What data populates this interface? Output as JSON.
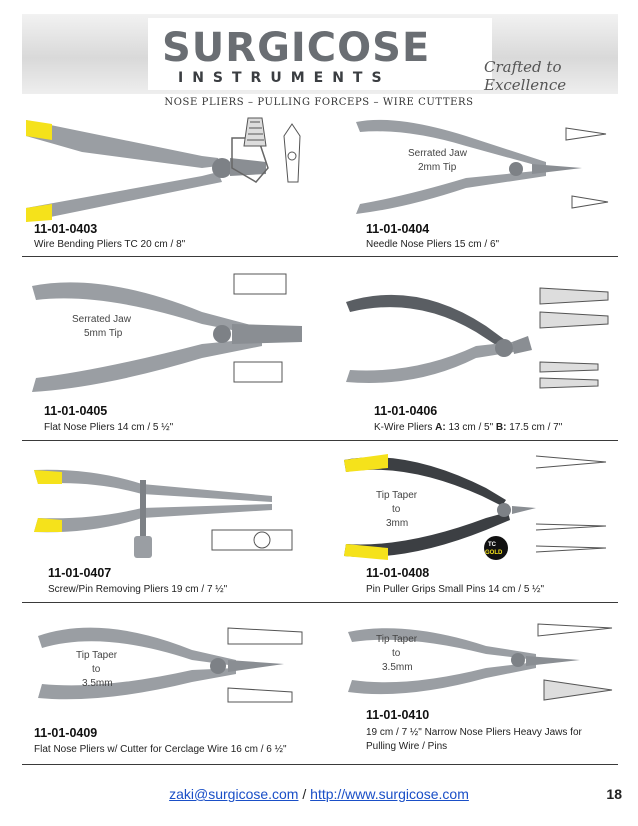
{
  "header": {
    "brand": "SURGICOSE",
    "brand_sub": "INSTRUMENTS",
    "tagline": "Crafted to Excellence"
  },
  "subtitle": "NOSE PLIERS – PULLING FORCEPS – WIRE CUTTERS",
  "products": [
    {
      "code": "11-01-0403",
      "desc": "Wire Bending Pliers TC 20 cm / 8\"",
      "callout": ""
    },
    {
      "code": "11-01-0404",
      "desc": "Needle Nose Pliers 15 cm / 6\"",
      "callout": "Serrated Jaw\n2mm Tip"
    },
    {
      "code": "11-01-0405",
      "desc": "Flat Nose Pliers 14 cm / 5 ½\"",
      "callout": "Serrated Jaw\n5mm Tip"
    },
    {
      "code": "11-01-0406",
      "desc_parts": [
        "K-Wire Pliers ",
        "A:",
        " 13 cm / 5\" ",
        "B:",
        " 17.5 cm / 7\""
      ],
      "callout": ""
    },
    {
      "code": "11-01-0407",
      "desc": "Screw/Pin Removing Pliers 19 cm / 7 ½\"",
      "callout": ""
    },
    {
      "code": "11-01-0408",
      "desc": "Pin Puller Grips Small Pins 14 cm / 5 ½\"",
      "callout": "Tip Taper\nto\n3mm",
      "badge": "TC GOLD"
    },
    {
      "code": "11-01-0409",
      "desc": "Flat Nose Pliers w/ Cutter for Cerclage Wire 16 cm / 6 ½\"",
      "callout": "Tip Taper\nto\n3.5mm"
    },
    {
      "code": "11-01-0410",
      "desc": "19 cm / 7 ½\" Narrow Nose Pliers Heavy Jaws for Pulling Wire / Pins",
      "callout": "Tip Taper\nto\n3.5mm"
    }
  ],
  "footer": {
    "email": "zaki@surgicose.com",
    "separator": "/",
    "url": "http://www.surgicose.com",
    "page": "18"
  },
  "colors": {
    "gold": "#f5e21b",
    "steel": "#8c9096",
    "rule": "#3a3a3a",
    "link": "#1a4fc7"
  }
}
